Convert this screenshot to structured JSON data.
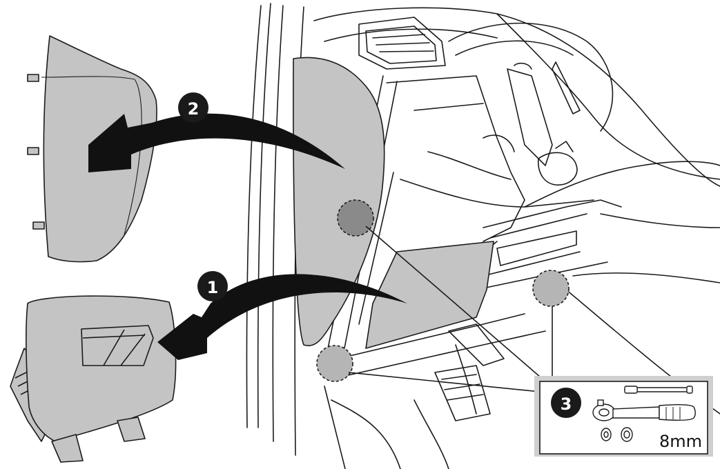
{
  "steps": [
    {
      "label": "1",
      "action": "remove-lower-panel"
    },
    {
      "label": "2",
      "action": "remove-side-trim"
    },
    {
      "label": "3",
      "action": "unscrew-bolts"
    }
  ],
  "tool_callout": {
    "socket_size": "8mm",
    "tools": [
      "extension-bar",
      "ratchet-wrench",
      "socket"
    ]
  },
  "colors": {
    "line": "#1a1a1a",
    "panel_fill": "#c4c4c4",
    "bolt_fill": "#b5b5b5",
    "bolt_dark": "#8a8a8a",
    "badge": "#1a1a1a"
  }
}
